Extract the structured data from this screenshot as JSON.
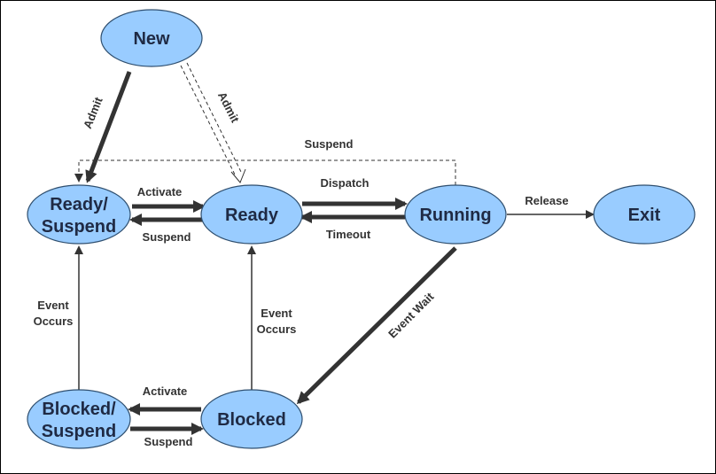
{
  "nodes": {
    "new": "New",
    "ready_suspend_1": "Ready/",
    "ready_suspend_2": "Suspend",
    "ready": "Ready",
    "running": "Running",
    "exit": "Exit",
    "blocked_suspend_1": "Blocked/",
    "blocked_suspend_2": "Suspend",
    "blocked": "Blocked"
  },
  "edges": {
    "admit_rs": "Admit",
    "admit_ready": "Admit",
    "suspend_top": "Suspend",
    "activate_top": "Activate",
    "suspend_mid": "Suspend",
    "dispatch": "Dispatch",
    "timeout": "Timeout",
    "release": "Release",
    "event_occurs_left_1": "Event",
    "event_occurs_left_2": "Occurs",
    "event_occurs_mid_1": "Event",
    "event_occurs_mid_2": "Occurs",
    "event_wait": "Event Wait",
    "activate_bottom": "Activate",
    "suspend_bottom": "Suspend"
  },
  "colors": {
    "node_fill": "#99ccff",
    "node_stroke": "#2f4f6f",
    "arrow": "#333333"
  }
}
